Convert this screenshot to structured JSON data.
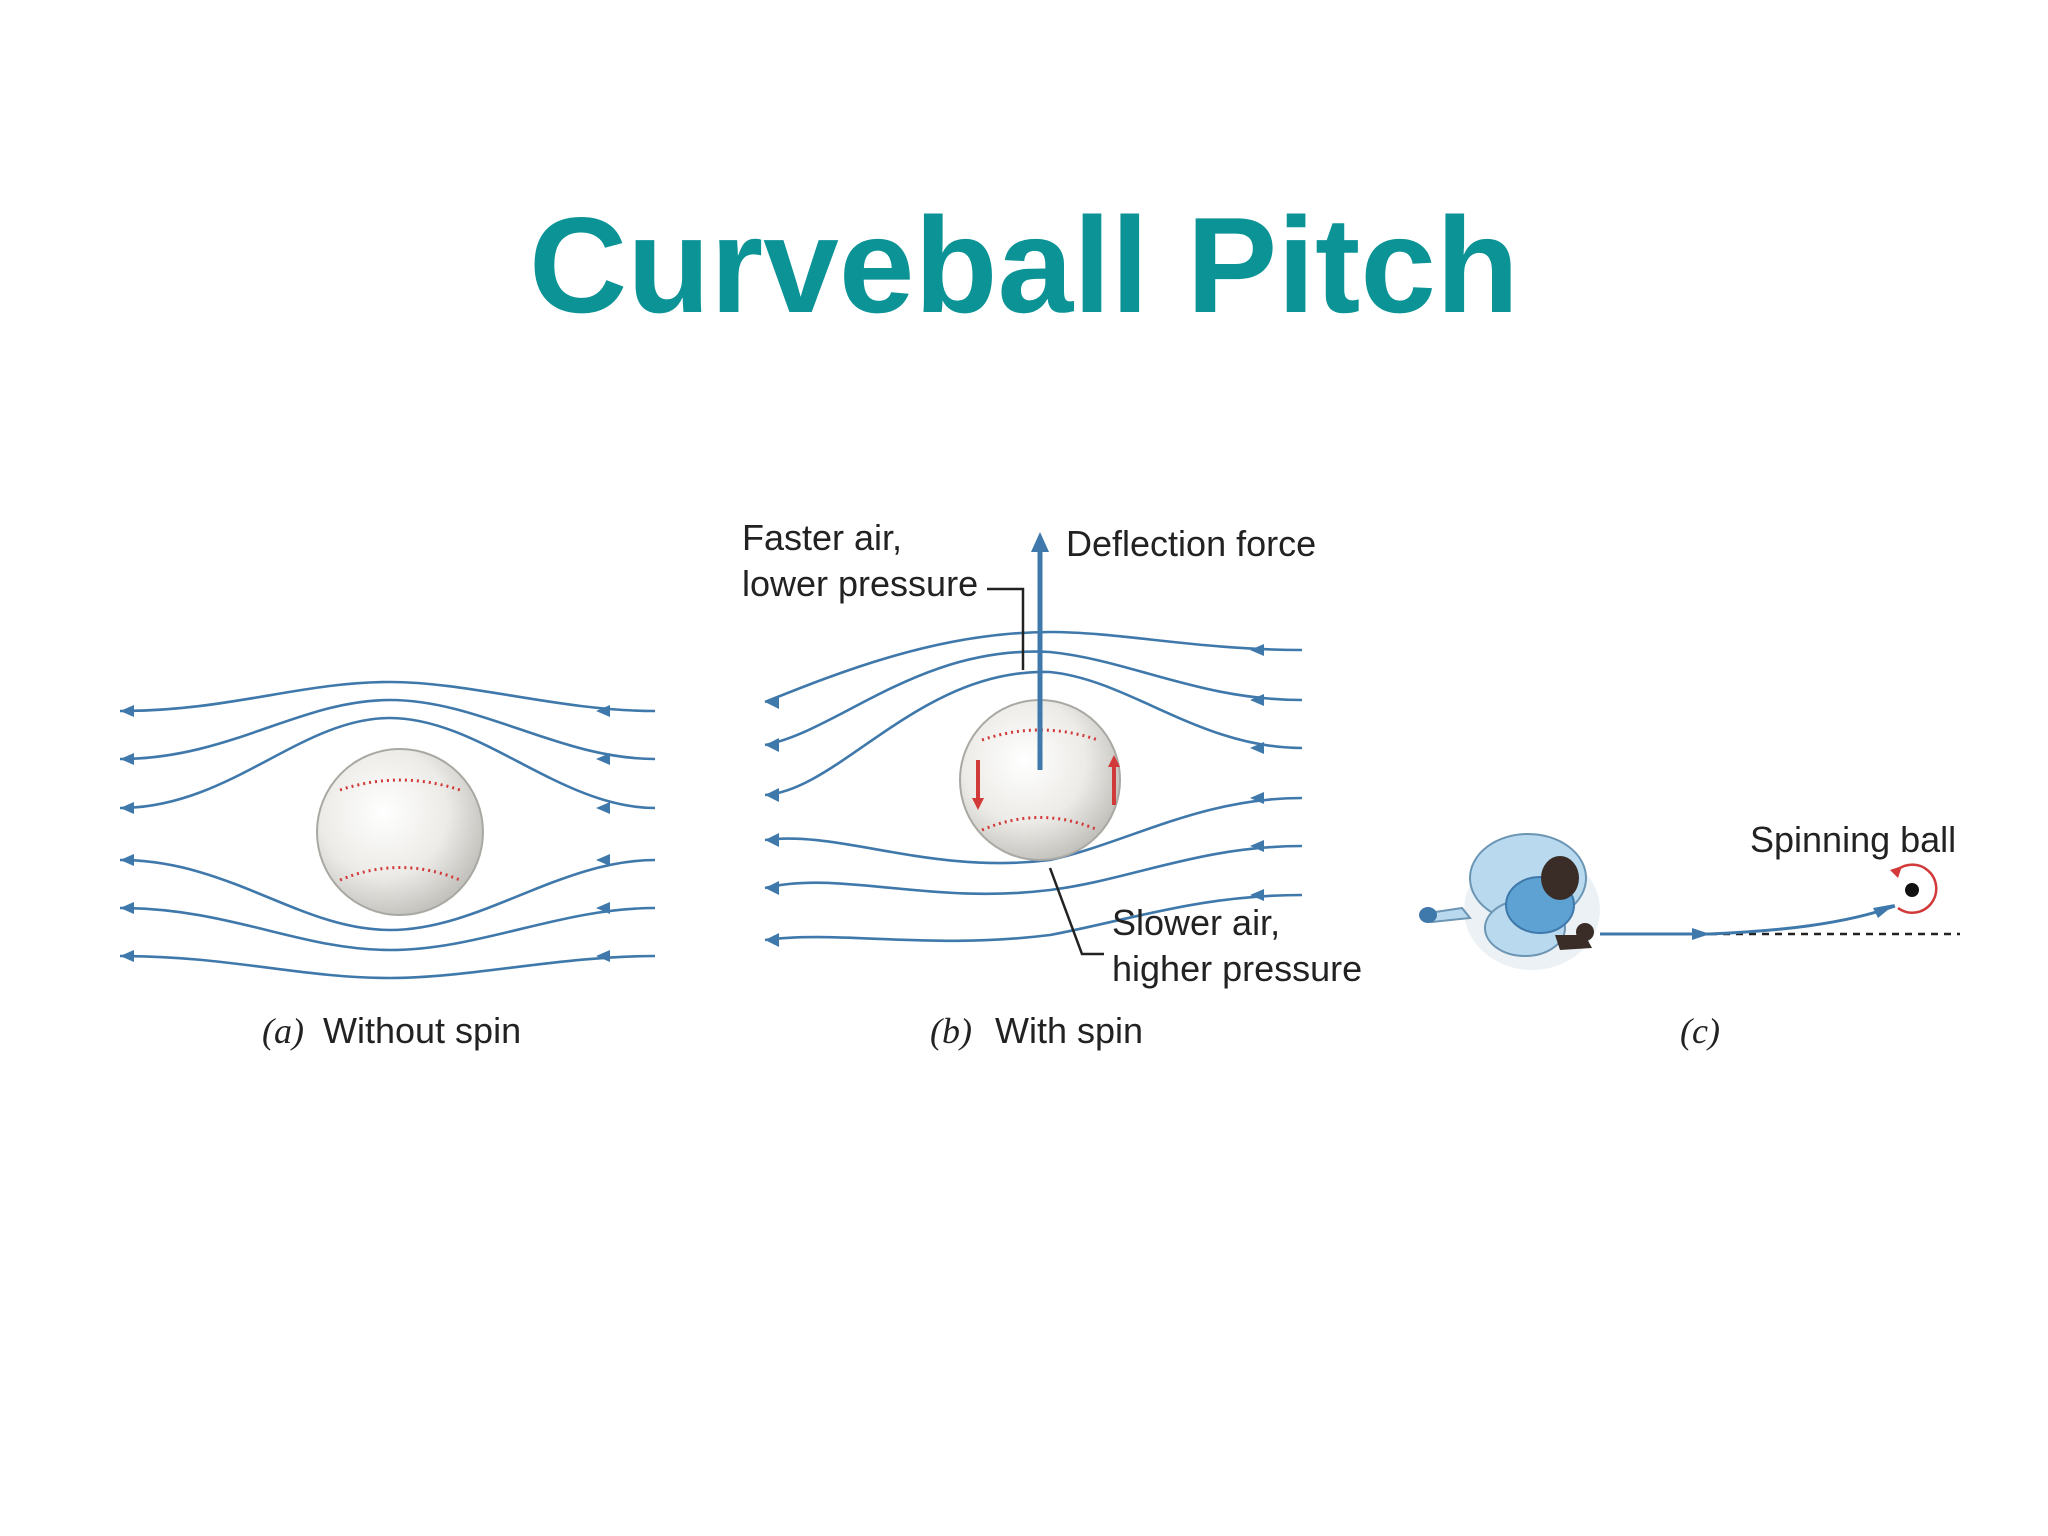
{
  "slide": {
    "title": "Curveball Pitch"
  },
  "panel_a": {
    "letter": "(a)",
    "caption": "Without spin"
  },
  "panel_b": {
    "letter": "(b)",
    "caption": "With spin",
    "faster_air_line1": "Faster air,",
    "faster_air_line2": "lower pressure",
    "deflection_force": "Deflection force",
    "slower_air_line1": "Slower air,",
    "slower_air_line2": "higher pressure"
  },
  "panel_c": {
    "letter": "(c)",
    "spinning_ball": "Spinning ball"
  },
  "colors": {
    "title": "#0b9396",
    "streamline": "#3f78aa",
    "seam": "#d23a3a",
    "pitcher_uniform": "#b9d9ef"
  }
}
